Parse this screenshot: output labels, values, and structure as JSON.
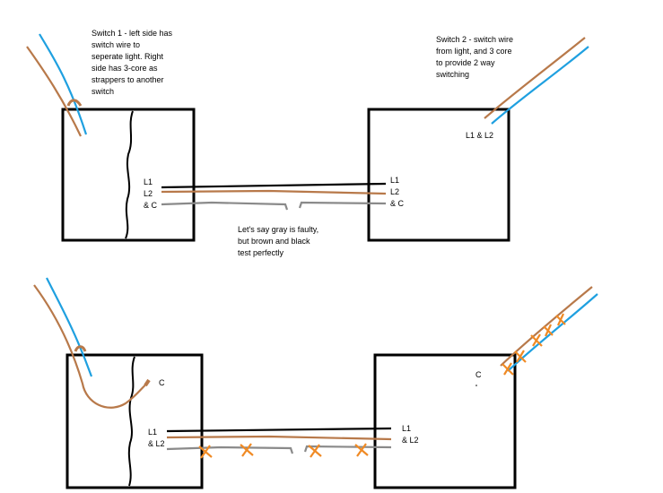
{
  "colors": {
    "box": "#000000",
    "blue_wire": "#1fa0e0",
    "brown_wire": "#b8794a",
    "black_wire": "#000000",
    "gray_wire": "#8a8a8a",
    "fault_mark": "#f08a24"
  },
  "top": {
    "note_switch1": [
      "Switch 1 - left side has",
      "switch wire to",
      "seperate light. Right",
      "side has 3-core as",
      "strappers to another",
      "switch"
    ],
    "note_switch2": [
      "Switch 2 - switch wire",
      "from light, and 3 core",
      "to provide 2 way",
      "switching"
    ],
    "sw2_terminal_label": "L1 & L2",
    "left_terminals": [
      "L1",
      "L2",
      "& C"
    ],
    "right_terminals": [
      "L1",
      "L2",
      "& C"
    ],
    "note_fault": [
      "Let's say gray is faulty,",
      "but brown and black",
      "test perfectly"
    ]
  },
  "bottom": {
    "left_c_label": "C",
    "right_c_label": "C",
    "left_terminals": [
      "L1",
      "& L2"
    ],
    "right_terminals": [
      "L1",
      "& L2"
    ]
  }
}
